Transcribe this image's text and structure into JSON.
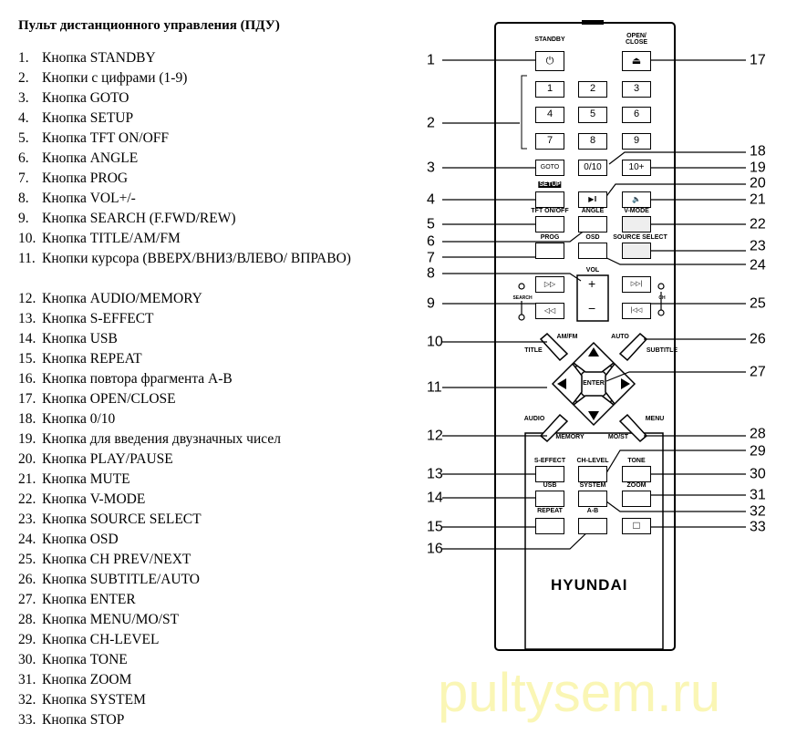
{
  "title": "Пульт дистанционного управления (ПДУ)",
  "items": [
    "Кнопка STANDBY",
    "Кнопки с цифрами (1-9)",
    "Кнопка GOTO",
    "Кнопка SETUP",
    "Кнопка TFT ON/OFF",
    "Кнопка ANGLE",
    "Кнопка PROG",
    "Кнопка VOL+/-",
    "Кнопка SEARCH (F.FWD/REW)",
    "Кнопка TITLE/AM/FM",
    "Кнопки курсора (ВВЕРХ/ВНИЗ/ВЛЕВО/ ВПРАВО)",
    "Кнопка  AUDIO/MEMORY",
    "Кнопка S-EFFECT",
    "Кнопка USB",
    "Кнопка REPEAT",
    "Кнопка повтора фрагмента А-В",
    "Кнопка OPEN/CLOSE",
    "Кнопка 0/10",
    "Кнопка для введения двузначных чисел",
    "Кнопка PLAY/PAUSE",
    "Кнопка MUTE",
    "Кнопка V-MODE",
    "Кнопка SOURCE SELECT",
    "Кнопка OSD",
    "Кнопка CH PREV/NEXT",
    "Кнопка SUBTITLE/AUTO",
    "Кнопка ENTER",
    "Кнопка MENU/MO/ST",
    "Кнопка CH-LEVEL",
    "Кнопка TONE",
    "Кнопка ZOOM",
    "Кнопка SYSTEM",
    "Кнопка STOP"
  ],
  "nums": [
    "1.",
    "2.",
    "3.",
    "4.",
    "5.",
    "6.",
    "7.",
    "8.",
    "9.",
    "10.",
    "11.",
    "12.",
    "13.",
    "14.",
    "15.",
    "16.",
    "17.",
    "18.",
    "19.",
    "20.",
    "21.",
    "22.",
    "23.",
    "24.",
    "25.",
    "26.",
    "27.",
    "28.",
    "29.",
    "30.",
    "31.",
    "32.",
    "33."
  ],
  "remote": {
    "labels": {
      "standby": "STANDBY",
      "open_close": "OPEN/ CLOSE",
      "setup": "SETUP",
      "tft": "TFT ON/OFF",
      "angle": "ANGLE",
      "vmode": "V-MODE",
      "prog": "PROG",
      "osd": "OSD",
      "source": "SOURCE SELECT",
      "vol": "VOL",
      "search": "SEARCH",
      "ch": "CH",
      "amfm": "AM/FM",
      "title": "TITLE",
      "auto": "AUTO",
      "subtitle": "SUBTITLE",
      "audio": "AUDIO",
      "memory": "MEMORY",
      "menu": "MENU",
      "most": "MO/ST",
      "enter": "ENTER",
      "seffect": "S-EFFECT",
      "chlevel": "CH-LEVEL",
      "tone": "TONE",
      "usb": "USB",
      "system": "SYSTEM",
      "zoom": "ZOOM",
      "repeat": "REPEAT",
      "ab": "A-B"
    },
    "buttons": {
      "standby": "⏻",
      "eject": "⏏",
      "d1": "1",
      "d2": "2",
      "d3": "3",
      "d4": "4",
      "d5": "5",
      "d6": "6",
      "d7": "7",
      "d8": "8",
      "d9": "9",
      "goto": "GOTO",
      "zero10": "0/10",
      "tenplus": "10+",
      "play": "▶‖",
      "mute": "🔈",
      "plus": "+",
      "minus": "−",
      "ff": "▷▷",
      "rew": "◁◁",
      "next": "▷▷|",
      "prev": "|◁◁",
      "stop": "□"
    },
    "brand": "HYUNDAI",
    "callouts": [
      "1",
      "2",
      "3",
      "4",
      "5",
      "6",
      "7",
      "8",
      "9",
      "10",
      "11",
      "12",
      "13",
      "14",
      "15",
      "16",
      "17",
      "18",
      "19",
      "20",
      "21",
      "22",
      "23",
      "24",
      "25",
      "26",
      "27",
      "28",
      "29",
      "30",
      "31",
      "32",
      "33"
    ]
  },
  "watermark": "pultysem.ru"
}
